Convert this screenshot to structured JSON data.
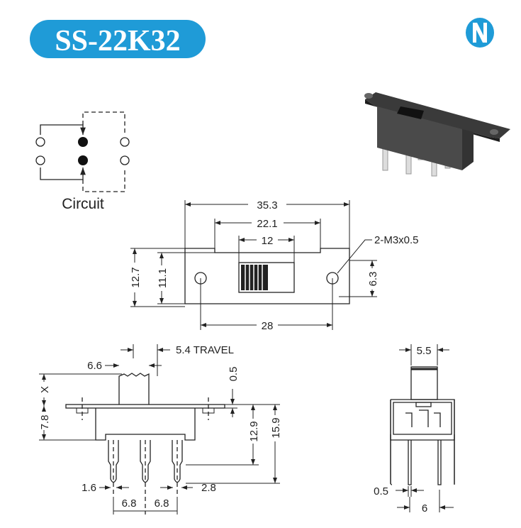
{
  "header": {
    "model": "SS-22K32",
    "brand_color": "#1f9bd7",
    "logo_letter": "N"
  },
  "circuit": {
    "label": "Circuit"
  },
  "top_view": {
    "overall_length": "35.3",
    "body_length": "22.1",
    "slot_length": "12",
    "mount_holes": "2-M3x0.5",
    "height": "12.7",
    "body_height": "11.1",
    "hole_offset": "6.3",
    "hole_pitch": "28"
  },
  "side_view": {
    "travel": "5.4 TRAVEL",
    "actuator_width": "6.6",
    "actuator_height": "X",
    "body_depth": "7.8",
    "plate_thickness": "0.5",
    "pin_length_short": "12.9",
    "pin_length_total": "15.9",
    "pin_width": "1.6",
    "pin_tip": "2.8",
    "pitch_1": "6.8",
    "pitch_2": "6.8"
  },
  "end_view": {
    "actuator_width": "5.5",
    "pin_thickness": "0.5",
    "row_pitch": "6"
  }
}
